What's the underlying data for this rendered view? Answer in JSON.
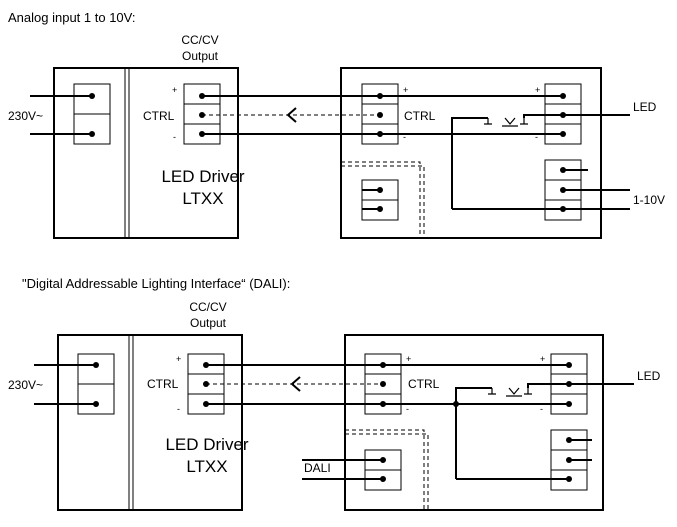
{
  "section_analog": {
    "heading": "Analog input 1 to 10V:",
    "output_label_line1": "CC/CV",
    "output_label_line2": "Output",
    "mains_label": "230V~",
    "ctrl_label_driver": "CTRL",
    "ctrl_label_module": "CTRL",
    "plus": "+",
    "minus": "-",
    "driver_name_line1": "LED Driver",
    "driver_name_line2": "LTXX",
    "led_label": "LED",
    "control_label": "1-10V"
  },
  "section_dali": {
    "heading": "\"Digital Addressable Lighting Interface“ (DALI):",
    "output_label_line1": "CC/CV",
    "output_label_line2": "Output",
    "mains_label": "230V~",
    "ctrl_label_driver": "CTRL",
    "ctrl_label_module": "CTRL",
    "plus": "+",
    "minus": "-",
    "driver_name_line1": "LED Driver",
    "driver_name_line2": "LTXX",
    "led_label": "LED",
    "control_label": "DALI"
  }
}
